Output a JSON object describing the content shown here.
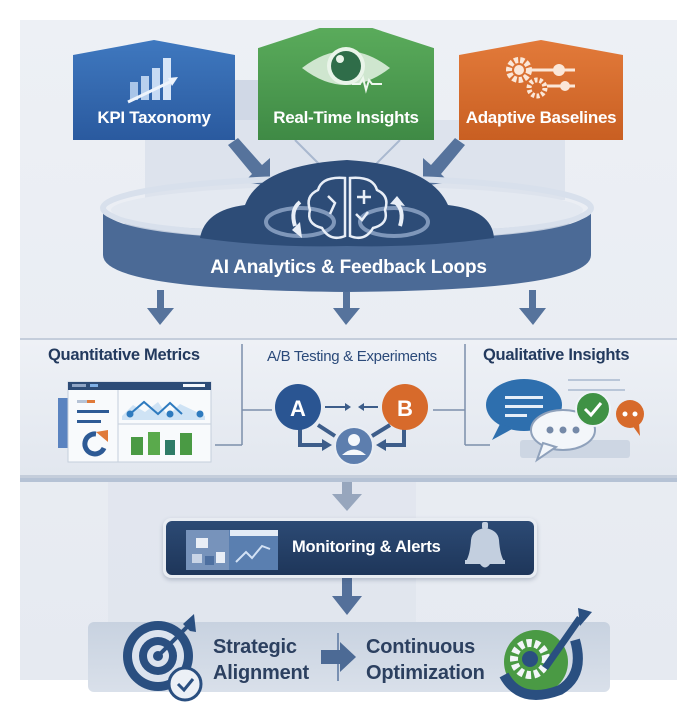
{
  "diagram": {
    "top_cards": [
      {
        "label": "KPI Taxonomy",
        "icon": "bar-chart-trend-icon",
        "color": "#2f66ad"
      },
      {
        "label": "Real-Time Insights",
        "icon": "eye-pulse-icon",
        "color": "#4b9a4f"
      },
      {
        "label": "Adaptive Baselines",
        "icon": "gears-sliders-icon",
        "color": "#d76a2b"
      }
    ],
    "hub": {
      "label": "AI Analytics & Feedback Loops",
      "icon": "brain-loop-icon",
      "color": "#34557f"
    },
    "middle": {
      "quantitative": {
        "title": "Quantitative Metrics",
        "icon": "dashboard-icon"
      },
      "ab_testing": {
        "title": "A/B Testing & Experiments",
        "variant_a": "A",
        "variant_b": "B",
        "icon": "user-icon"
      },
      "qualitative": {
        "title": "Qualitative Insights",
        "icon": "chat-bubbles-icon"
      }
    },
    "monitoring": {
      "label": "Monitoring & Alerts",
      "icon": "bell-icon",
      "color": "#233f66"
    },
    "bottom": {
      "left": {
        "line1": "Strategic",
        "line2": "Alignment",
        "icon": "target-check-icon"
      },
      "right": {
        "line1": "Continuous",
        "line2": "Optimization",
        "icon": "gear-growth-icon"
      }
    },
    "colors": {
      "navy": "#233f66",
      "blue": "#2f66ad",
      "green": "#4b9a4f",
      "orange": "#d76a2b",
      "panel": "#e9edf3"
    }
  }
}
